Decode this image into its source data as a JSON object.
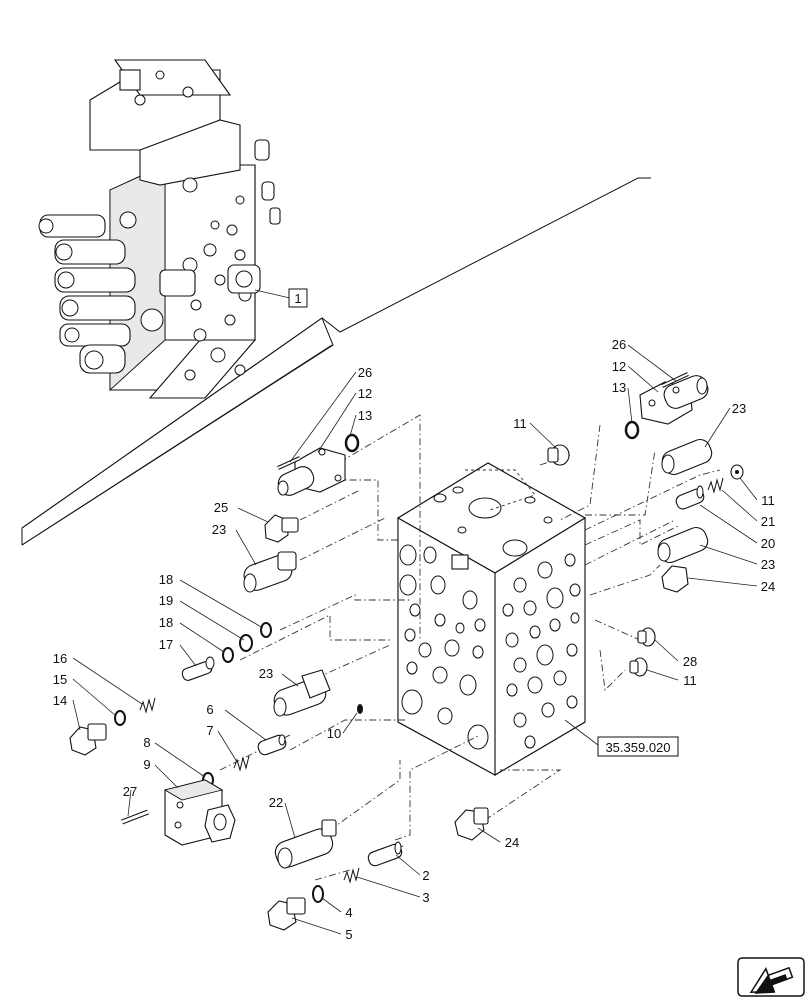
{
  "ref_box": {
    "label": "1"
  },
  "section_ref": {
    "label": "35.359.020"
  },
  "callouts": [
    {
      "id": "c26a",
      "label": "26"
    },
    {
      "id": "c12a",
      "label": "12"
    },
    {
      "id": "c13a",
      "label": "13"
    },
    {
      "id": "c25",
      "label": "25"
    },
    {
      "id": "c23a",
      "label": "23"
    },
    {
      "id": "c18a",
      "label": "18"
    },
    {
      "id": "c19",
      "label": "19"
    },
    {
      "id": "c18b",
      "label": "18"
    },
    {
      "id": "c17",
      "label": "17"
    },
    {
      "id": "c16",
      "label": "16"
    },
    {
      "id": "c15",
      "label": "15"
    },
    {
      "id": "c14",
      "label": "14"
    },
    {
      "id": "c23b",
      "label": "23"
    },
    {
      "id": "c10",
      "label": "10"
    },
    {
      "id": "c6",
      "label": "6"
    },
    {
      "id": "c7",
      "label": "7"
    },
    {
      "id": "c8",
      "label": "8"
    },
    {
      "id": "c9",
      "label": "9"
    },
    {
      "id": "c27",
      "label": "27"
    },
    {
      "id": "c22",
      "label": "22"
    },
    {
      "id": "c2",
      "label": "2"
    },
    {
      "id": "c3",
      "label": "3"
    },
    {
      "id": "c4",
      "label": "4"
    },
    {
      "id": "c5",
      "label": "5"
    },
    {
      "id": "c24a",
      "label": "24"
    },
    {
      "id": "c11a",
      "label": "11"
    },
    {
      "id": "c26b",
      "label": "26"
    },
    {
      "id": "c12b",
      "label": "12"
    },
    {
      "id": "c13b",
      "label": "13"
    },
    {
      "id": "c23c",
      "label": "23"
    },
    {
      "id": "c11b",
      "label": "11"
    },
    {
      "id": "c21",
      "label": "21"
    },
    {
      "id": "c20",
      "label": "20"
    },
    {
      "id": "c23d",
      "label": "23"
    },
    {
      "id": "c24b",
      "label": "24"
    },
    {
      "id": "c28",
      "label": "28"
    },
    {
      "id": "c11c",
      "label": "11"
    }
  ],
  "nav": {
    "icon": "next-page-arrow-icon"
  }
}
